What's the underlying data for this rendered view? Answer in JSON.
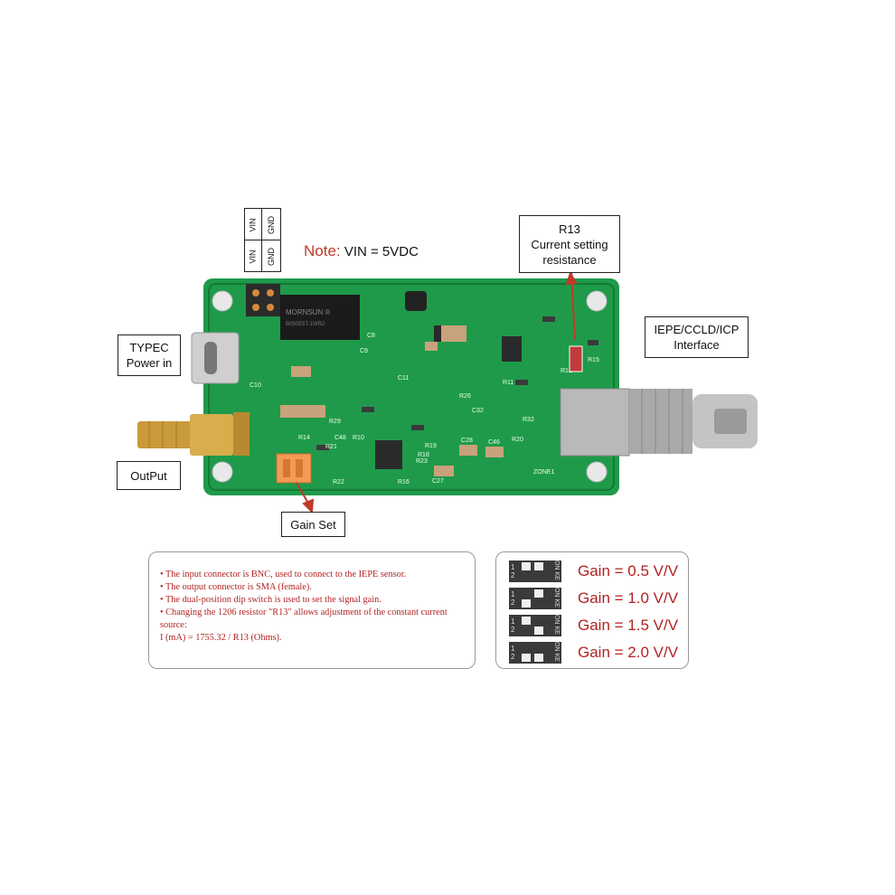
{
  "note": {
    "label": "Note:",
    "text": "VIN = 5VDC"
  },
  "pins": {
    "top_left": "VIN",
    "top_right": "GND",
    "bottom_left": "VIN",
    "bottom_right": "GND"
  },
  "callouts": {
    "typec": [
      "TYPEC",
      "Power in"
    ],
    "output": "OutPut",
    "r13": [
      "R13",
      "Current setting",
      "resistance"
    ],
    "iepe": [
      "IEPE/CCLD/ICP",
      "Interface"
    ],
    "gain_set": "Gain Set"
  },
  "board": {
    "module_text": [
      "MORNSUN ®",
      "B0505ST-1WR2"
    ],
    "silkscreen": [
      "C8",
      "C9",
      "C10",
      "C11",
      "C32",
      "C48",
      "R10",
      "R14",
      "R19",
      "R21",
      "R22",
      "R23",
      "R29",
      "R11",
      "R12",
      "R15",
      "R20",
      "R26",
      "R32",
      "C27",
      "C28",
      "C46",
      "R18",
      "R16",
      "ZONE1"
    ]
  },
  "info": {
    "lines": [
      "• The input connector is BNC, used to connect to the IEPE sensor.",
      "• The output connector is SMA (female).",
      "• The dual-position dip switch is used to set the signal gain.",
      "• Changing the 1206 resistor \"R13\" allows adjustment of the constant current source:",
      "I (mA) = 1755.32 / R13 (Ohms)."
    ]
  },
  "gain": {
    "switch_numbers": "1 2",
    "switch_on_label": "ON KE",
    "rows": [
      {
        "label": "Gain = 0.5 V/V",
        "sw1_on": true,
        "sw2_on": true
      },
      {
        "label": "Gain = 1.0 V/V",
        "sw1_on": false,
        "sw2_on": true
      },
      {
        "label": "Gain = 1.5 V/V",
        "sw1_on": true,
        "sw2_on": false
      },
      {
        "label": "Gain = 2.0 V/V",
        "sw1_on": false,
        "sw2_on": false
      }
    ]
  },
  "colors": {
    "accent": "#c0392b",
    "pcb": "#1f9a4a",
    "pcb_dark": "#137a36"
  }
}
